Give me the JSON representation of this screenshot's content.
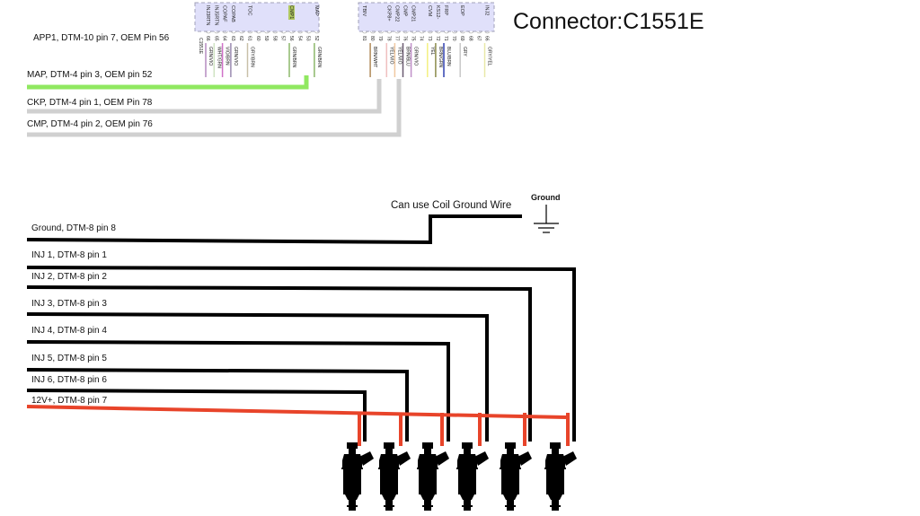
{
  "title": "Connector:C1551E",
  "connector_left": {
    "tag": "C1551E",
    "pins": [
      {
        "pin": "66",
        "name": "INJ3RTN",
        "color": "GRN/VIO",
        "hex": "#b58ac0"
      },
      {
        "pin": "65",
        "name": "INJ5RTN",
        "color": "WHT/GRN",
        "hex": "#cfe3c2"
      },
      {
        "pin": "64",
        "name": "COPAF",
        "color": "VIO/BRN",
        "hex": "#d070c8"
      },
      {
        "pin": "63",
        "name": "COPAB",
        "color": "GRN/VIO",
        "hex": "#9a8bb0"
      },
      {
        "pin": "62",
        "name": "",
        "color": "",
        "hex": ""
      },
      {
        "pin": "61",
        "name": "TOC",
        "color": "GRY/BRN",
        "hex": "#c8c0a8"
      },
      {
        "pin": "60",
        "name": "",
        "color": "",
        "hex": ""
      },
      {
        "pin": "59",
        "name": "",
        "color": "",
        "hex": ""
      },
      {
        "pin": "58",
        "name": "",
        "color": "",
        "hex": ""
      },
      {
        "pin": "57",
        "name": "",
        "color": "",
        "hex": ""
      },
      {
        "pin": "56",
        "name": "CMP1",
        "color": "GRN/BRN",
        "hex": "#8cb86a",
        "highlight": true
      },
      {
        "pin": "54",
        "name": "",
        "color": "",
        "hex": ""
      },
      {
        "pin": "53",
        "name": "",
        "color": "",
        "hex": ""
      },
      {
        "pin": "52",
        "name": "MAP",
        "color": "GRN/BRN",
        "hex": "#8cb86a"
      }
    ]
  },
  "connector_right": {
    "pins": [
      {
        "pin": "81",
        "name": "TBIV",
        "color": "",
        "hex": ""
      },
      {
        "pin": "80",
        "name": "",
        "color": "BRN/WHT",
        "hex": "#b08a5a"
      },
      {
        "pin": "79",
        "name": "",
        "color": "",
        "hex": ""
      },
      {
        "pin": "78",
        "name": "CKP8+",
        "color": "YEL/VIO",
        "hex": "#f0c0c0"
      },
      {
        "pin": "77",
        "name": "CMP22",
        "color": "YEL/VIO",
        "hex": "#f0c8a0"
      },
      {
        "pin": "76",
        "name": "CMP",
        "color": "BRN/BLU",
        "hex": "#6a5a70"
      },
      {
        "pin": "75",
        "name": "CMP21",
        "color": "GRN/VIO",
        "hex": "#c090c8"
      },
      {
        "pin": "74",
        "name": "",
        "color": "",
        "hex": ""
      },
      {
        "pin": "73",
        "name": "CVM",
        "color": "YEL",
        "hex": "#f4f080"
      },
      {
        "pin": "72",
        "name": "KS12-",
        "color": "BRN/GRN",
        "hex": "#8a8a4a"
      },
      {
        "pin": "71",
        "name": "FRP",
        "color": "BLU/BRN",
        "hex": "#3040b0"
      },
      {
        "pin": "70",
        "name": "",
        "color": "",
        "hex": ""
      },
      {
        "pin": "69",
        "name": "EOP",
        "color": "GRY",
        "hex": "#c8c8c8"
      },
      {
        "pin": "68",
        "name": "",
        "color": "",
        "hex": ""
      },
      {
        "pin": "67",
        "name": "",
        "color": "",
        "hex": ""
      },
      {
        "pin": "66",
        "name": "INJ2",
        "color": "GRY/YEL",
        "hex": "#e8e8a8"
      }
    ]
  },
  "sensor_wires": [
    {
      "label": "APP1, DTM-10 pin 7, OEM Pin 56",
      "color": "",
      "hex": ""
    },
    {
      "label": "MAP, DTM-4 pin 3, OEM pin 52",
      "hex": "#90e860"
    },
    {
      "label": "CKP, DTM-4 pin 1, OEM Pin 78",
      "hex": "#d0d0d0"
    },
    {
      "label": "CMP, DTM-4 pin 2, OEM pin 76",
      "hex": "#d0d0d0"
    }
  ],
  "ground": {
    "label": "Ground, DTM-8 pin 8",
    "note": "Can use Coil Ground Wire",
    "symbol_label": "Ground"
  },
  "injector_wires": [
    {
      "label": "INJ 1, DTM-8 pin 1",
      "injector": 6
    },
    {
      "label": "INJ 2, DTM-8 pin 2",
      "injector": 5
    },
    {
      "label": "INJ 3, DTM-8 pin 3",
      "injector": 4
    },
    {
      "label": "INJ 4, DTM-8 pin 4",
      "injector": 3
    },
    {
      "label": "INJ 5, DTM-8 pin 5",
      "injector": 2
    },
    {
      "label": "INJ 6, DTM-8 pin 6",
      "injector": 1
    }
  ],
  "power": {
    "label": "12V+, DTM-8 pin 7",
    "hex": "#e8442a"
  },
  "colors": {
    "signal": "#000000",
    "power": "#e8442a",
    "map": "#90e860",
    "sensor": "#d0d0d0",
    "connector_fill": "#e0e0fa",
    "connector_border": "#a0a0b8"
  }
}
